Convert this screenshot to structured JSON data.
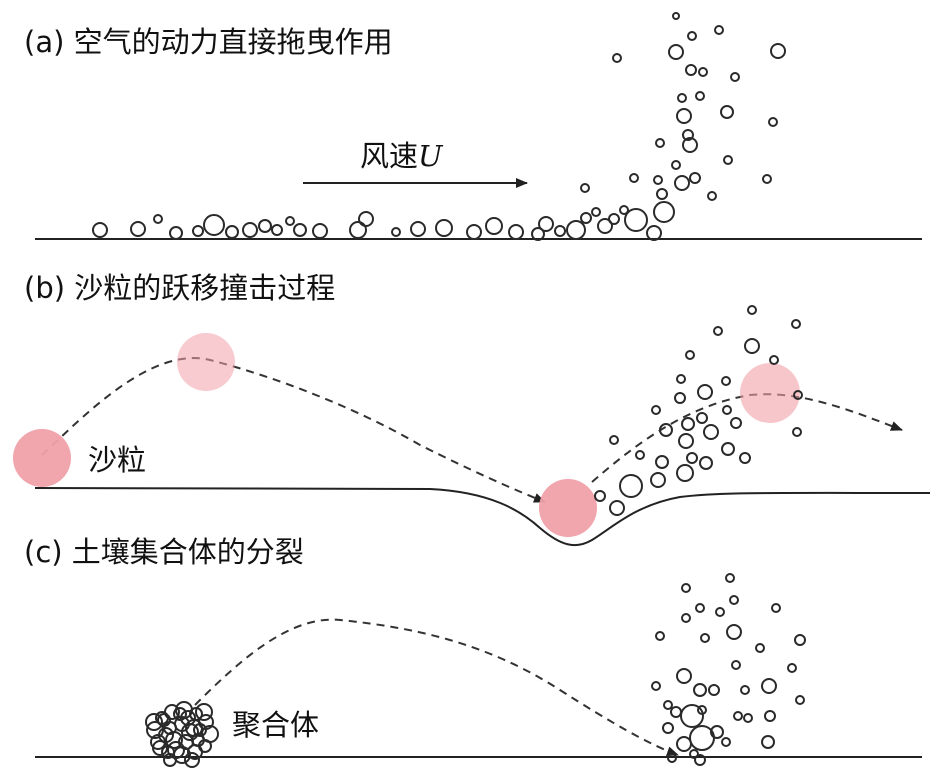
{
  "panels": {
    "a": {
      "title": "(a) 空气的动力直接拖曳作用",
      "wind_label": "风速",
      "wind_symbol": "U"
    },
    "b": {
      "title": "(b) 沙粒的跃移撞击过程",
      "grain_label": "沙粒"
    },
    "c": {
      "title": "(c) 土壤集合体的分裂",
      "aggregate_label": "聚合体"
    }
  },
  "colors": {
    "sand_grain": "#f0a0a8",
    "ink": "#2a2a2a"
  }
}
